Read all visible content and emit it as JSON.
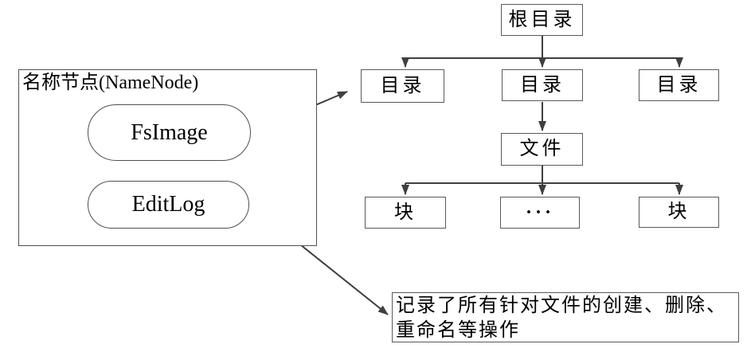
{
  "namenode": {
    "title": "名称节点(NameNode)",
    "fsimage_label": "FsImage",
    "editlog_label": "EditLog"
  },
  "tree": {
    "root_label": "根目录",
    "directories": [
      {
        "label": "目录"
      },
      {
        "label": "目录"
      },
      {
        "label": "目录"
      }
    ],
    "file_label": "文件",
    "blocks": [
      {
        "label": "块"
      },
      {
        "label": "···"
      },
      {
        "label": "块"
      }
    ]
  },
  "note": {
    "line1": "记录了所有针对文件的创建、删除、",
    "line2": "重命名等操作"
  },
  "colors": {
    "line": "#3f3f3f",
    "box_border": "#4f4f4f",
    "text": "#000000",
    "background": "#ffffff"
  }
}
